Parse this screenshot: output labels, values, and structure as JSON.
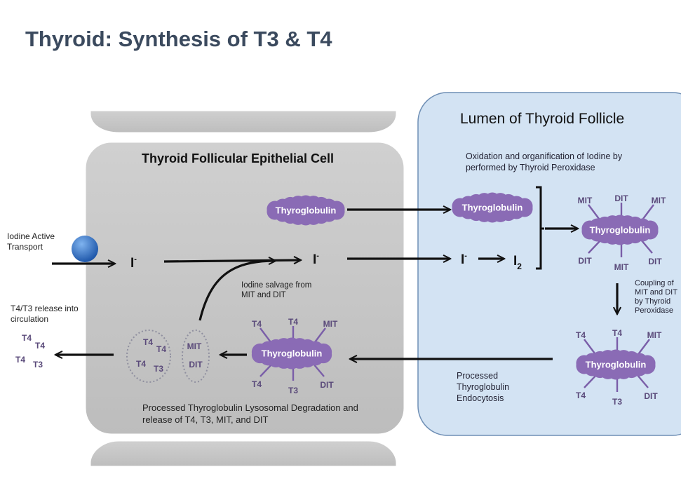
{
  "title": "Thyroid: Synthesis of T3 & T4",
  "cell": {
    "heading": "Thyroid Follicular Epithelial Cell"
  },
  "lumen": {
    "heading": "Lumen of Thyroid Follicle",
    "oxidation_note": "Oxidation and organification of Iodine by performed by Thyroid Peroxidase",
    "coupling_note": "Coupling of MIT and DIT by Thyroid Peroxidase",
    "endocytosis_note": "Processed Thyroglobulin Endocytosis"
  },
  "labels": {
    "iodine_transport": "Iodine Active Transport",
    "release": "T4/T3 release into circulation",
    "salvage": "Iodine salvage from MIT and DIT",
    "degradation": "Processed Thyroglobulin Lysosomal Degradation and release of T4, T3, MIT, and DIT"
  },
  "thyroglobulin": "Thyroglobulin",
  "iodide": {
    "base": "I",
    "charge": "-"
  },
  "iodine": {
    "base": "I",
    "subscript": "2"
  },
  "products": {
    "organified": [
      "MIT",
      "DIT",
      "MIT",
      "DIT",
      "MIT",
      "DIT"
    ],
    "coupled": [
      "T4",
      "T4",
      "MIT",
      "DIT",
      "T3",
      "T4"
    ],
    "cell_tg": [
      "T4",
      "T4",
      "MIT",
      "DIT",
      "T3",
      "T4"
    ],
    "vesicle_left": [
      "T4",
      "T4",
      "T4",
      "T3"
    ],
    "vesicle_right": [
      "MIT",
      "DIT"
    ],
    "released": [
      "T4",
      "T4",
      "T4",
      "T3"
    ]
  },
  "colors": {
    "cell_fill": "#c6c6c6",
    "lumen_fill": "#d3e3f3",
    "thyroglobulin": "#8a6bb5",
    "transporter": "#2f6fc0",
    "title": "#3b4a5e"
  }
}
